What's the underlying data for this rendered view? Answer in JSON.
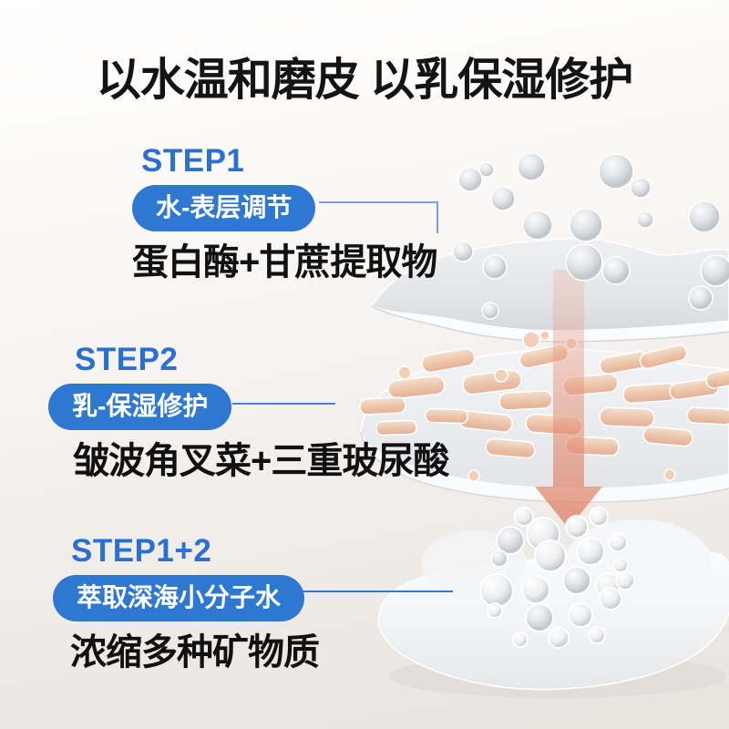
{
  "title": "以水温和磨皮 以乳保湿修护",
  "steps": [
    {
      "step_label": "STEP1",
      "pill_label": "水-表层调节",
      "ingredient": "蛋白酶+甘蔗提取物"
    },
    {
      "step_label": "STEP2",
      "pill_label": "乳-保湿修护",
      "ingredient": "皱波角叉菜+三重玻尿酸"
    },
    {
      "step_label": "STEP1+2",
      "pill_label": "萃取深海小分子水",
      "ingredient": "浓缩多种矿物质"
    }
  ],
  "colors": {
    "step_label_blue": "#2b6fd0",
    "pill_blue": "#2e78d2",
    "connector_light_blue": "#7d9de2",
    "connector_blue": "#3e73d0",
    "arrow_salmon": "#e08a70",
    "heading_black": "#141414",
    "background_top": "#ffffff",
    "background_bottom": "#e9e3dc"
  },
  "illustration": {
    "down_arrow_icon": "down-arrow",
    "layer_icons": [
      "water-layer-with-bubbles",
      "emulsion-layer-with-capsules",
      "mineral-pearls-on-essence-puddle"
    ]
  }
}
